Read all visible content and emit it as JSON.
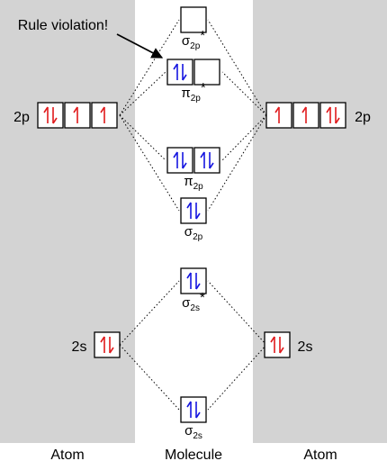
{
  "columns": {
    "left_atom": "Atom",
    "molecule": "Molecule",
    "right_atom": "Atom"
  },
  "annotation": "Rule violation!",
  "colors": {
    "atom_panel": "#d3d3d3",
    "atom_electron": "#e0191b",
    "molecule_electron": "#1515e0",
    "line": "#000000"
  },
  "atomic_orbitals": {
    "left_2p": {
      "label": "2p",
      "boxes": [
        "pair",
        "up",
        "up"
      ]
    },
    "right_2p": {
      "label": "2p",
      "boxes": [
        "up",
        "up",
        "pair"
      ]
    },
    "left_2s": {
      "label": "2s",
      "boxes": [
        "pair"
      ]
    },
    "right_2s": {
      "label": "2s",
      "boxes": [
        "pair"
      ]
    }
  },
  "molecular_orbitals": {
    "sigma_2p_star": {
      "symbol": "σ",
      "sub": "2p",
      "star": "*",
      "boxes": [
        "empty"
      ]
    },
    "pi_2p_star": {
      "symbol": "π",
      "sub": "2p",
      "star": "*",
      "boxes": [
        "pair",
        "empty"
      ]
    },
    "pi_2p": {
      "symbol": "π",
      "sub": "2p",
      "star": "",
      "boxes": [
        "pair",
        "pair"
      ]
    },
    "sigma_2p": {
      "symbol": "σ",
      "sub": "2p",
      "star": "",
      "boxes": [
        "pair"
      ]
    },
    "sigma_2s_star": {
      "symbol": "σ",
      "sub": "2s",
      "star": "*",
      "boxes": [
        "pair"
      ]
    },
    "sigma_2s": {
      "symbol": "σ",
      "sub": "2s",
      "star": "",
      "boxes": [
        "pair"
      ]
    }
  }
}
